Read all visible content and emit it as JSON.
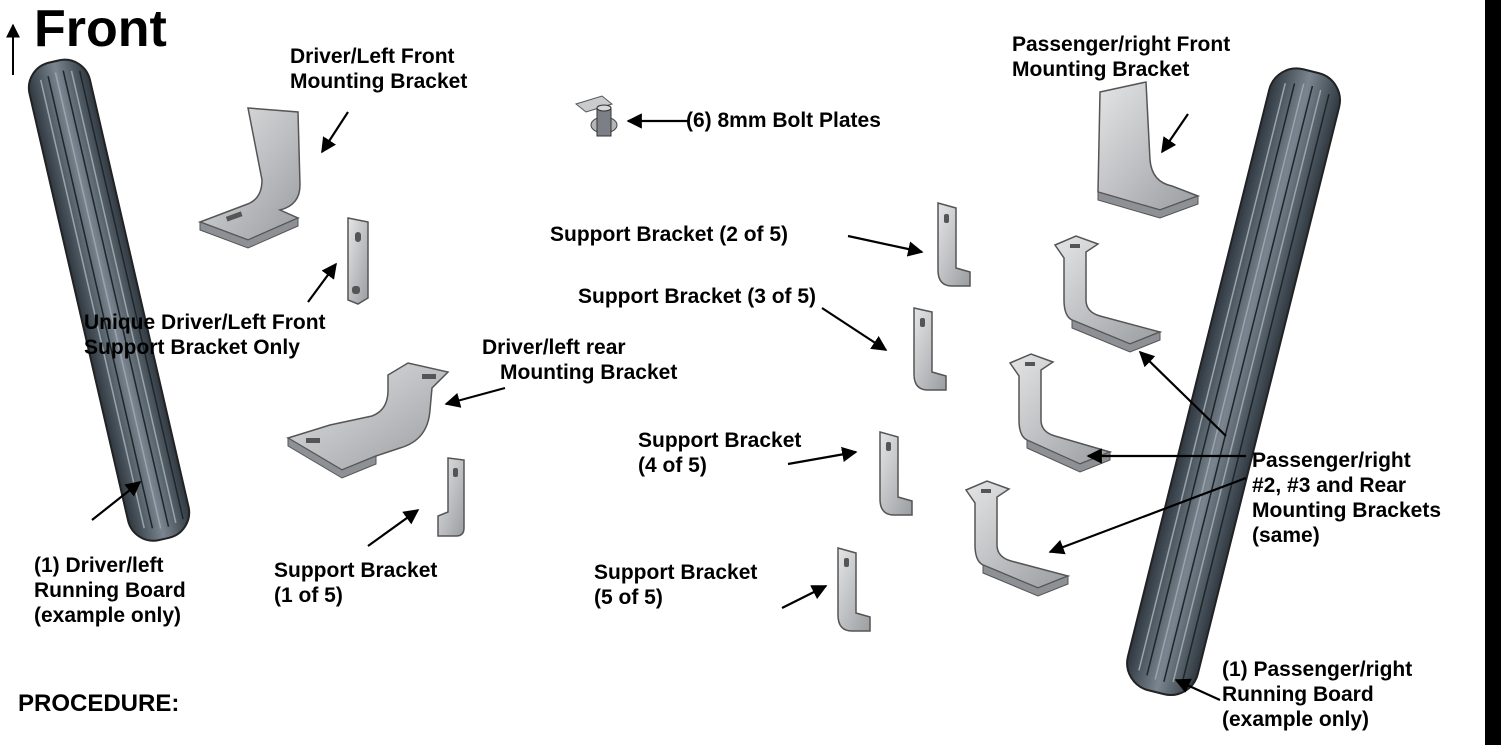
{
  "title": "Front",
  "procedure_heading": "PROCEDURE:",
  "labels": {
    "driver_front_bracket": [
      "Driver/Left Front",
      "Mounting Bracket"
    ],
    "passenger_front_bracket": [
      "Passenger/right Front",
      "Mounting Bracket"
    ],
    "bolt_plates": "(6) 8mm Bolt Plates",
    "support_2": "Support Bracket (2 of 5)",
    "support_3": "Support Bracket (3 of 5)",
    "unique_support": [
      "Unique Driver/Left Front",
      "Support Bracket Only"
    ],
    "driver_rear_bracket": [
      "Driver/left rear",
      "Mounting Bracket"
    ],
    "support_4": [
      "Support Bracket",
      "(4 of 5)"
    ],
    "passenger_brackets": [
      "Passenger/right",
      "#2, #3 and Rear",
      "Mounting Brackets",
      "(same)"
    ],
    "driver_board": [
      "(1) Driver/left",
      "Running Board",
      "(example only)"
    ],
    "support_1": [
      "Support Bracket",
      "(1 of 5)"
    ],
    "support_5": [
      "Support Bracket",
      "(5 of 5)"
    ],
    "passenger_board": [
      "(1) Passenger/right",
      "Running Board",
      "(example only)"
    ]
  },
  "colors": {
    "board_dark": "#3c4650",
    "board_mid": "#6f7a84",
    "bracket_fill": "#c9cbcd",
    "bracket_shade": "#8d9094",
    "arrow": "#000000"
  }
}
